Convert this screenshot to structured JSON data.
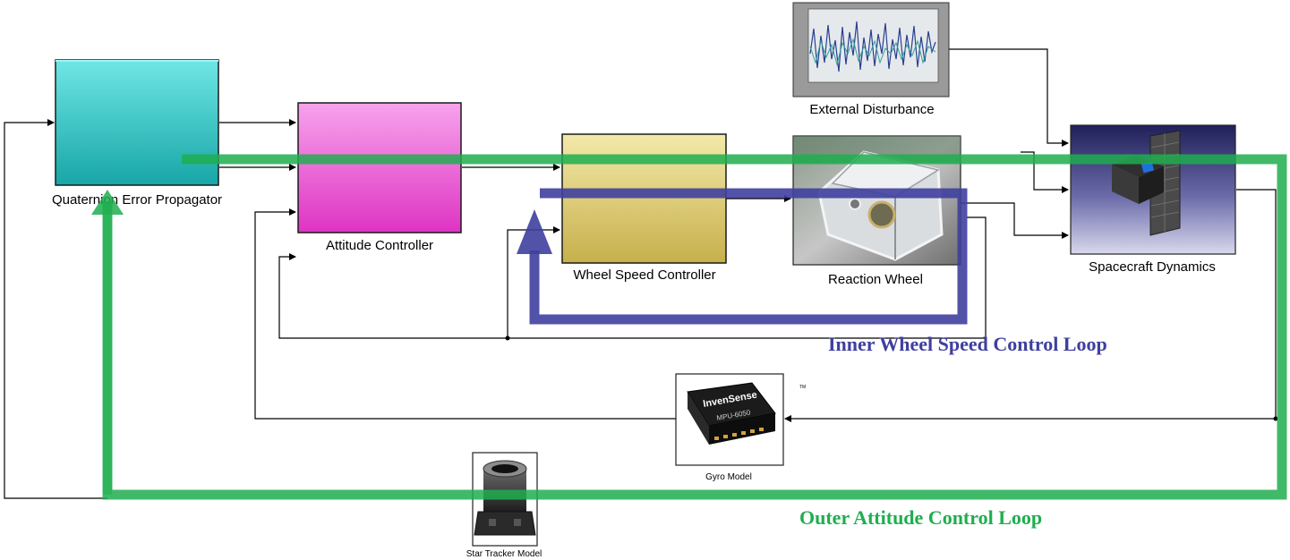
{
  "blocks": {
    "quaternion": {
      "label": "Quaternion Error Propagator"
    },
    "attitude": {
      "label": "Attitude Controller"
    },
    "wheel_speed": {
      "label": "Wheel Speed Controller"
    },
    "disturbance": {
      "label": "External Disturbance"
    },
    "reaction_wheel": {
      "label": "Reaction Wheel"
    },
    "spacecraft": {
      "label": "Spacecraft Dynamics"
    },
    "gyro": {
      "label": "Gyro Model",
      "chip_brand": "InvenSense",
      "chip_model": "MPU-6050",
      "tm": "TM"
    },
    "star_tracker": {
      "label": "Star Tracker Model"
    }
  },
  "loops": {
    "inner": {
      "label": "Inner Wheel Speed Control Loop",
      "color": "#3f3f9f"
    },
    "outer": {
      "label": "Outer Attitude Control Loop",
      "color": "#1fae4f"
    }
  },
  "colors": {
    "quaternion_block": "#3ec8c8",
    "attitude_block": "#e94fd0",
    "wheel_speed_block": "#dccb6f",
    "wire": "#000000"
  }
}
